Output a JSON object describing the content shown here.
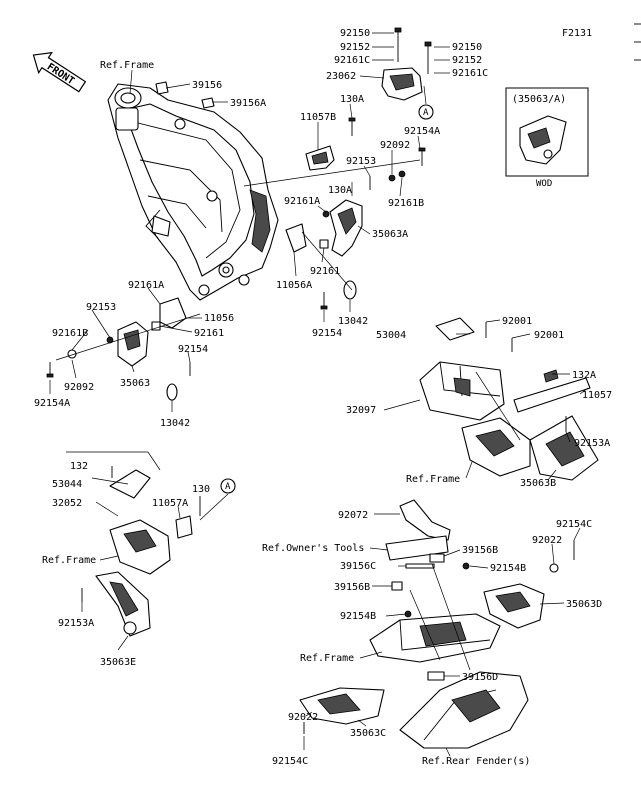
{
  "figure_code": "F2131",
  "front_arrow": "FRONT",
  "inset": {
    "title": "(35063/A)",
    "caption": "WOD"
  },
  "callout_marker": "A",
  "labels": {
    "ref_frame_top": "Ref.Frame",
    "l39156": "39156",
    "l39156a": "39156A",
    "l92150a": "92150",
    "l92152a": "92152",
    "l92161c_a": "92161C",
    "l23062": "23062",
    "l92150b": "92150",
    "l92152b": "92152",
    "l92161c_b": "92161C",
    "l130a_top": "130A",
    "l11057b": "11057B",
    "l92154a_r": "92154A",
    "l92092_r": "92092",
    "l92153_r": "92153",
    "l130a_mid": "130A",
    "l92161b_r": "92161B",
    "l92161a_r": "92161A",
    "l35063a": "35063A",
    "l92161_r": "92161",
    "l11056a": "11056A",
    "l92154_r": "92154",
    "l13042_r": "13042",
    "l92161a_l": "92161A",
    "l92153_l": "92153",
    "l11056_l": "11056",
    "l92161b_l": "92161B",
    "l92161_l": "92161",
    "l92092_l": "92092",
    "l35063_l": "35063",
    "l92154_l": "92154",
    "l92154a_l": "92154A",
    "l13042_l": "13042",
    "l92001a": "92001",
    "l53004": "53004",
    "l92001b": "92001",
    "l132a": "132A",
    "l11057": "11057",
    "l32097": "32097",
    "l92153a_r": "92153A",
    "ref_frame_mid": "Ref.Frame",
    "l35063b": "35063B",
    "l132": "132",
    "l53044": "53044",
    "l32052": "32052",
    "l11057a": "11057A",
    "l130": "130",
    "ref_frame_left": "Ref.Frame",
    "l92153a_l": "92153A",
    "l35063e": "35063E",
    "l92072": "92072",
    "ref_owners_tools": "Ref.Owner's Tools",
    "l39156b_a": "39156B",
    "l92154c_a": "92154C",
    "l92022_a": "92022",
    "l39156c": "39156C",
    "l92154b_a": "92154B",
    "l39156b_b": "39156B",
    "l35063d": "35063D",
    "l92154b_b": "92154B",
    "ref_frame_low": "Ref.Frame",
    "l39156d": "39156D",
    "l92154c_b": "92154C",
    "l92022_b": "92022",
    "l35063c": "35063C",
    "ref_rear_fender": "Ref.Rear Fender(s)"
  }
}
